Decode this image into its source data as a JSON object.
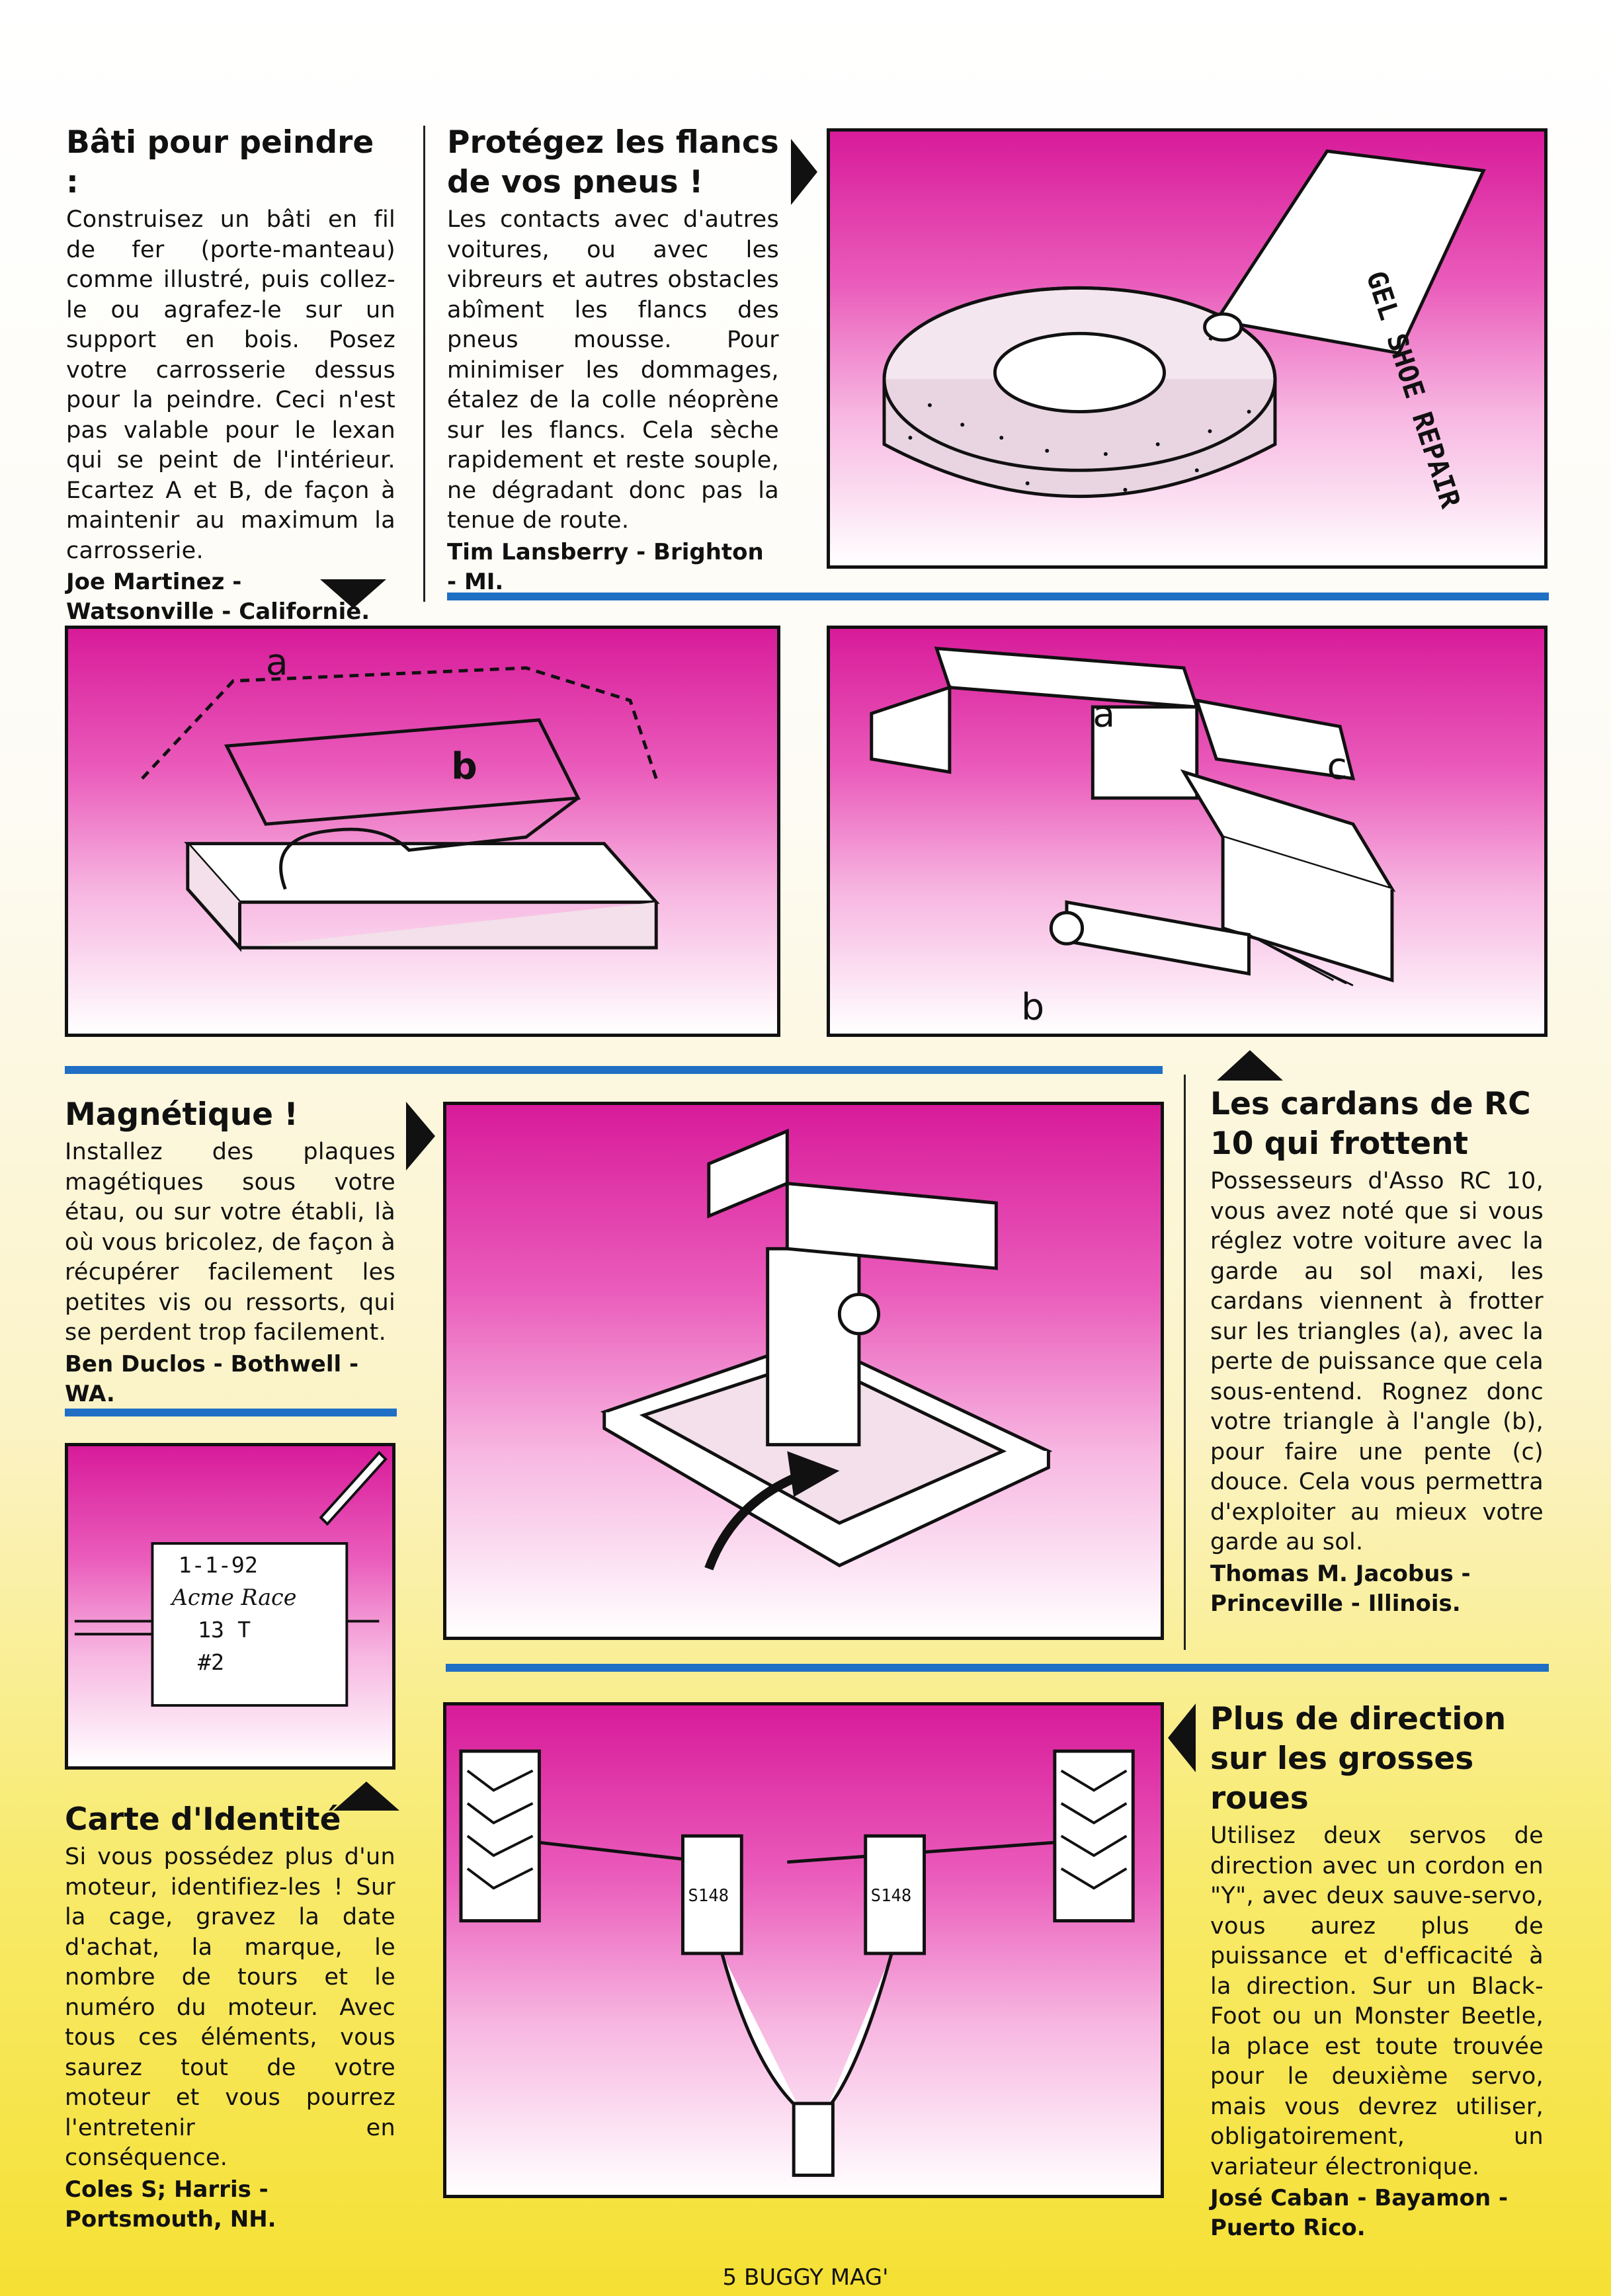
{
  "articles": {
    "bati": {
      "title": "Bâti pour peindre :",
      "body": "Construisez un bâti en fil de fer (porte-manteau) comme illustré, puis collez-le ou agrafez-le sur un support en bois. Posez votre carrosserie dessus pour la peindre. Ceci n'est pas valable pour le lexan qui se peint de l'intérieur. Ecartez A et B, de façon à maintenir au maximum la carrosserie.",
      "credit": "Joe Martinez - Watsonville - Californie."
    },
    "pneus": {
      "title": "Protégez les flancs de vos pneus !",
      "body": "Les contacts avec d'autres voitures, ou avec les vibreurs et autres obstacles abîment les flancs des pneus mousse. Pour minimiser les dommages, étalez de la colle néoprène sur les flancs. Cela sèche rapidement et reste souple, ne dégradant donc pas la tenue de route.",
      "credit": "Tim Lansberry - Brighton - MI."
    },
    "magnetique": {
      "title": "Magnétique !",
      "body": "Installez des plaques magétiques sous votre étau, ou sur votre établi, là où vous bricolez, de façon à récupérer facilement les petites vis ou ressorts, qui se perdent trop facilement.",
      "credit": "Ben Duclos - Bothwell - WA."
    },
    "cardans": {
      "title": "Les cardans de RC 10 qui frottent",
      "body": "Possesseurs d'Asso RC 10, vous avez noté que si vous réglez votre voiture avec la garde au sol maxi, les cardans viennent à frotter sur les triangles (a), avec la perte de puissance que cela sous-entend. Rognez donc votre triangle à l'angle (b), pour faire une pente (c) douce. Cela vous permettra d'exploiter au mieux votre garde au sol.",
      "credit": "Thomas M. Jacobus - Princeville - Illinois."
    },
    "identite": {
      "title": "Carte d'Identité",
      "body": "Si vous possédez plus d'un moteur, identifiez-les ! Sur la cage, gravez la date d'achat, la marque, le nombre de tours et le numéro du moteur. Avec tous ces éléments, vous saurez tout de votre moteur et vous pourrez l'entretenir en conséquence.",
      "credit": "Coles S; Harris - Portsmouth, NH."
    },
    "direction": {
      "title": "Plus de direction sur les grosses roues",
      "body": "Utilisez deux servos de direction avec un cordon en \"Y\", avec deux sauve-servo, vous aurez plus de puissance et d'efficacité à la direction. Sur un Black-Foot ou un Monster Beetle, la place est toute trouvée pour le deuxième servo, mais vous devrez utiliser, obligatoirement, un variateur électronique.",
      "credit": "José Caban - Bayamon - Puerto Rico."
    }
  },
  "illustrations": {
    "glue_tube": "GEL SHOE REPAIR",
    "bati_labels": [
      "a",
      "b"
    ],
    "cardan_labels": [
      "a",
      "b",
      "c"
    ],
    "motor_label": [
      "1-1-92",
      "Acme Race",
      "13 T",
      "#2"
    ],
    "servo_labels": [
      "S148",
      "S148"
    ]
  },
  "footer": "5 BUGGY MAG'",
  "colors": {
    "rule_blue": "#1f6fc4",
    "panel_magenta": "#d81b9a",
    "page_yellow": "#f5e033"
  }
}
